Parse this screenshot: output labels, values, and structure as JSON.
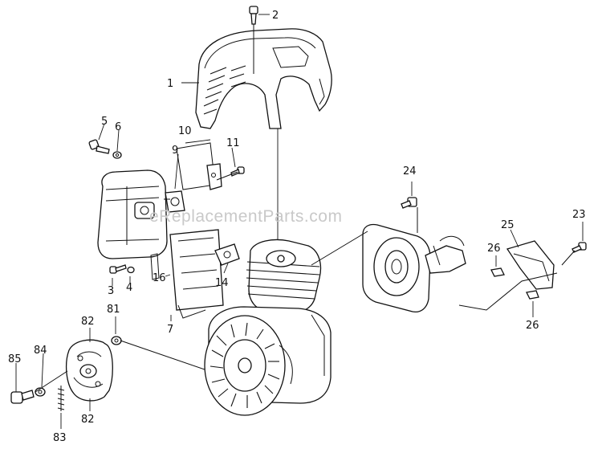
{
  "watermark": "eReplacementParts.com",
  "callouts": [
    {
      "id": "c1",
      "label": "1"
    },
    {
      "id": "c2",
      "label": "2"
    },
    {
      "id": "c3",
      "label": "3"
    },
    {
      "id": "c4",
      "label": "4"
    },
    {
      "id": "c5",
      "label": "5"
    },
    {
      "id": "c6",
      "label": "6"
    },
    {
      "id": "c7",
      "label": "7"
    },
    {
      "id": "c9",
      "label": "9"
    },
    {
      "id": "c10",
      "label": "10"
    },
    {
      "id": "c11",
      "label": "11"
    },
    {
      "id": "c14",
      "label": "14"
    },
    {
      "id": "c16",
      "label": "16"
    },
    {
      "id": "c23",
      "label": "23"
    },
    {
      "id": "c24",
      "label": "24"
    },
    {
      "id": "c25",
      "label": "25"
    },
    {
      "id": "c26a",
      "label": "26"
    },
    {
      "id": "c26b",
      "label": "26"
    },
    {
      "id": "c81",
      "label": "81"
    },
    {
      "id": "c82a",
      "label": "82"
    },
    {
      "id": "c82b",
      "label": "82"
    },
    {
      "id": "c83",
      "label": "83"
    },
    {
      "id": "c84",
      "label": "84"
    },
    {
      "id": "c85",
      "label": "85"
    }
  ]
}
